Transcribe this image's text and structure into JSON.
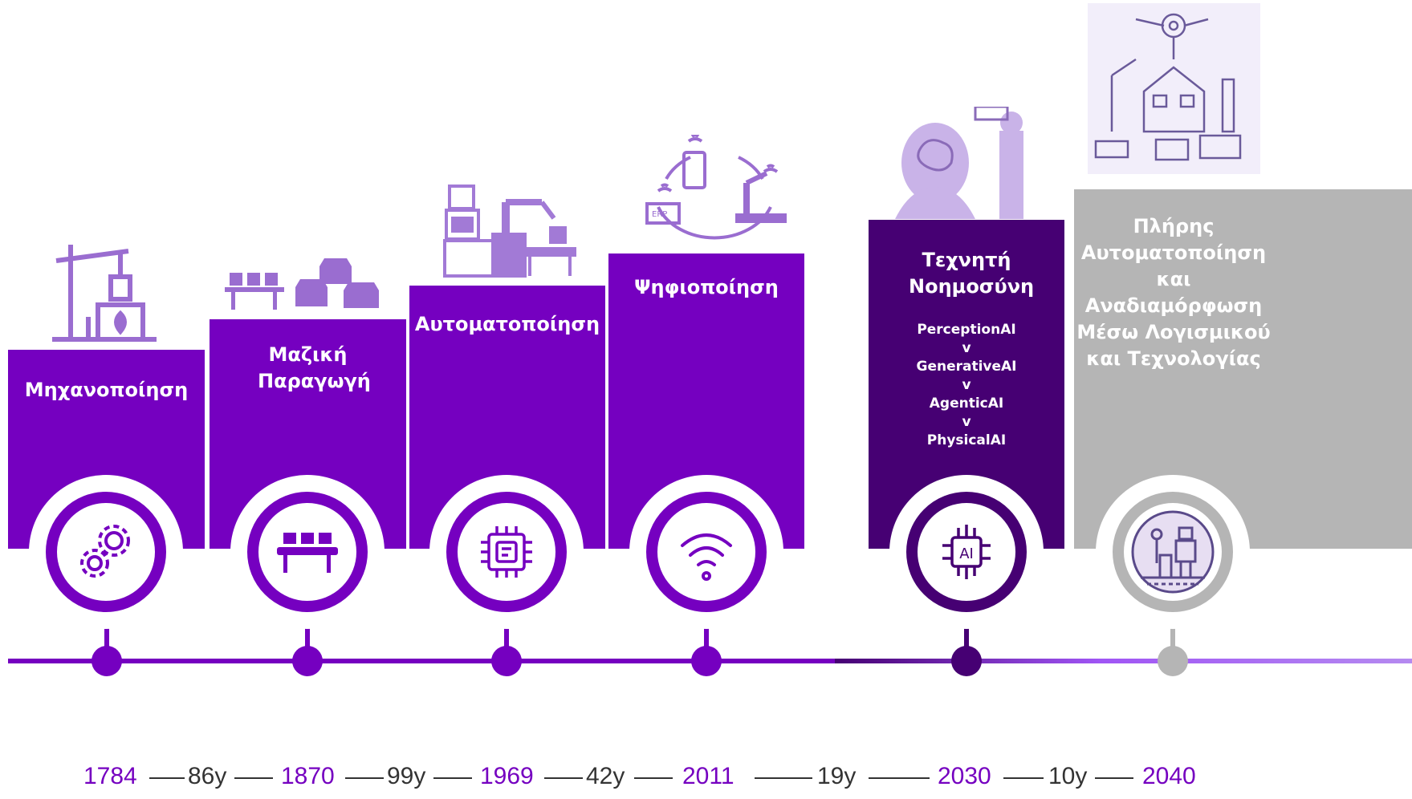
{
  "colors": {
    "purple": "#7500c0",
    "dark_purple": "#460073",
    "gray": "#b5b5b5",
    "light_purple": "#a055f5"
  },
  "eras": [
    {
      "title": "Μηχανοποίηση",
      "year": "1784",
      "icon": "gears-icon",
      "illustration": "steam-engine-icon"
    },
    {
      "title": "Μαζική Παραγωγή",
      "year": "1870",
      "icon": "conveyor-icon",
      "illustration": "assembly-line-cars-icon"
    },
    {
      "title": "Αυτοματοποίηση",
      "year": "1969",
      "icon": "chip-icon",
      "illustration": "robot-arm-icon"
    },
    {
      "title": "Ψηφιοποίηση",
      "year": "2011",
      "icon": "wifi-icon",
      "illustration": "erp-connectivity-icon"
    },
    {
      "title": "Τεχνητή Νοημοσύνη",
      "year": "2030",
      "icon": "ai-chip-icon",
      "illustration": "ai-head-illustration",
      "subitems": [
        "PerceptionAI",
        "v",
        "GenerativeAI",
        "v",
        "AgenticAI",
        "v",
        "PhysicalAI"
      ]
    },
    {
      "title": "Πλήρης Αυτοματοποίηση και Αναδιαμόρφωση Μέσω Λογισμικού και Τεχνολογίας",
      "year": "2040",
      "icon": "robot-factory-icon",
      "illustration": "smart-factory-illustration"
    }
  ],
  "gaps": [
    "86y",
    "99y",
    "42y",
    "19y",
    "10y"
  ]
}
